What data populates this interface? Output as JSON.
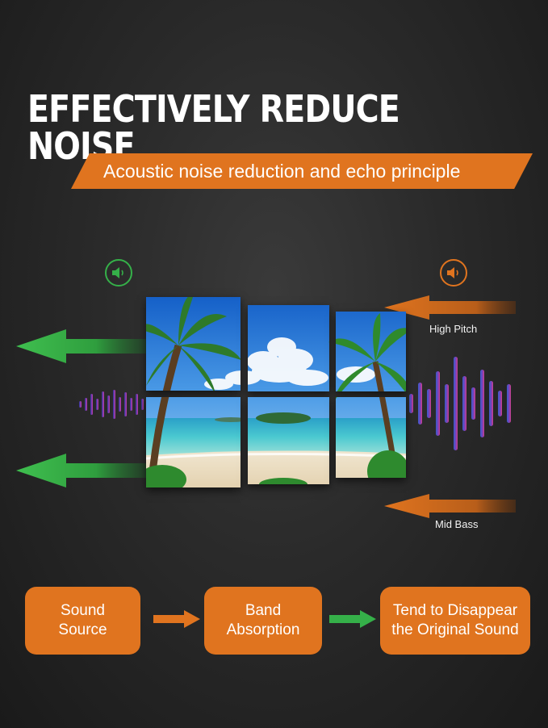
{
  "headline": "EFFECTIVELY REDUCE NOISE",
  "banner": "Acoustic noise reduction and echo principle",
  "labels": {
    "high_pitch": "High Pitch",
    "mid_bass": "Mid Bass"
  },
  "steps": [
    {
      "text": "Sound\nSource"
    },
    {
      "text": "Band\nAbsorption"
    },
    {
      "text": "Tend to Disappear\nthe Original Sound"
    }
  ],
  "colors": {
    "orange": "#e0741f",
    "green": "#35b049",
    "background": "#2a2a2a"
  },
  "icons": [
    "speaker-icon-green",
    "speaker-icon-orange"
  ]
}
